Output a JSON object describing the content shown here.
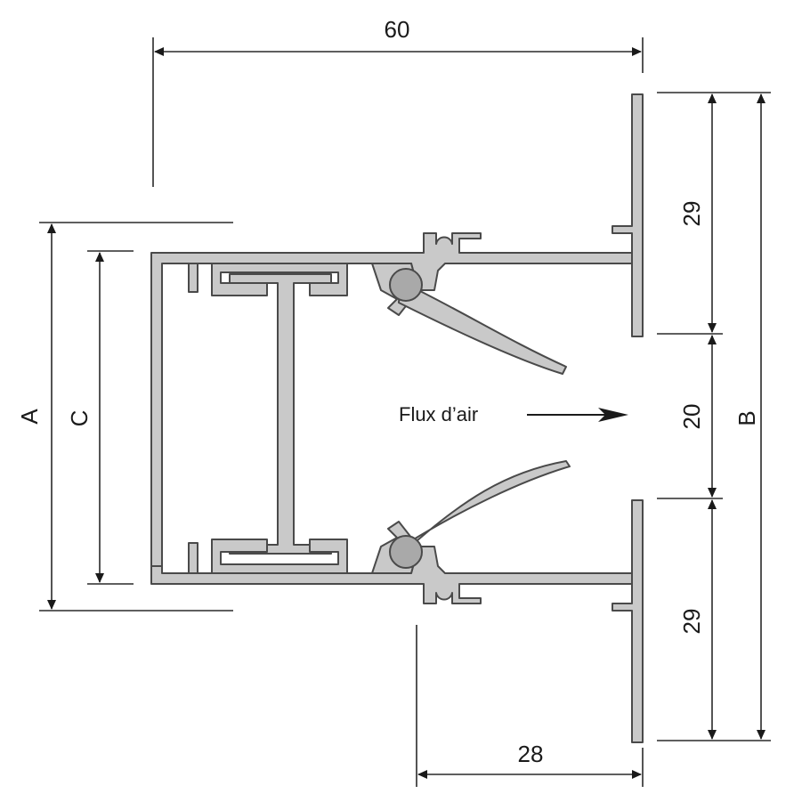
{
  "diagram": {
    "dimensions": {
      "overall_width": "60",
      "top_blade_height": "29",
      "air_gap": "20",
      "bottom_blade_height": "29",
      "bottom_offset": "28",
      "label_a": "A",
      "label_b": "B",
      "label_c": "C"
    },
    "airflow_label": "Flux d’air"
  }
}
